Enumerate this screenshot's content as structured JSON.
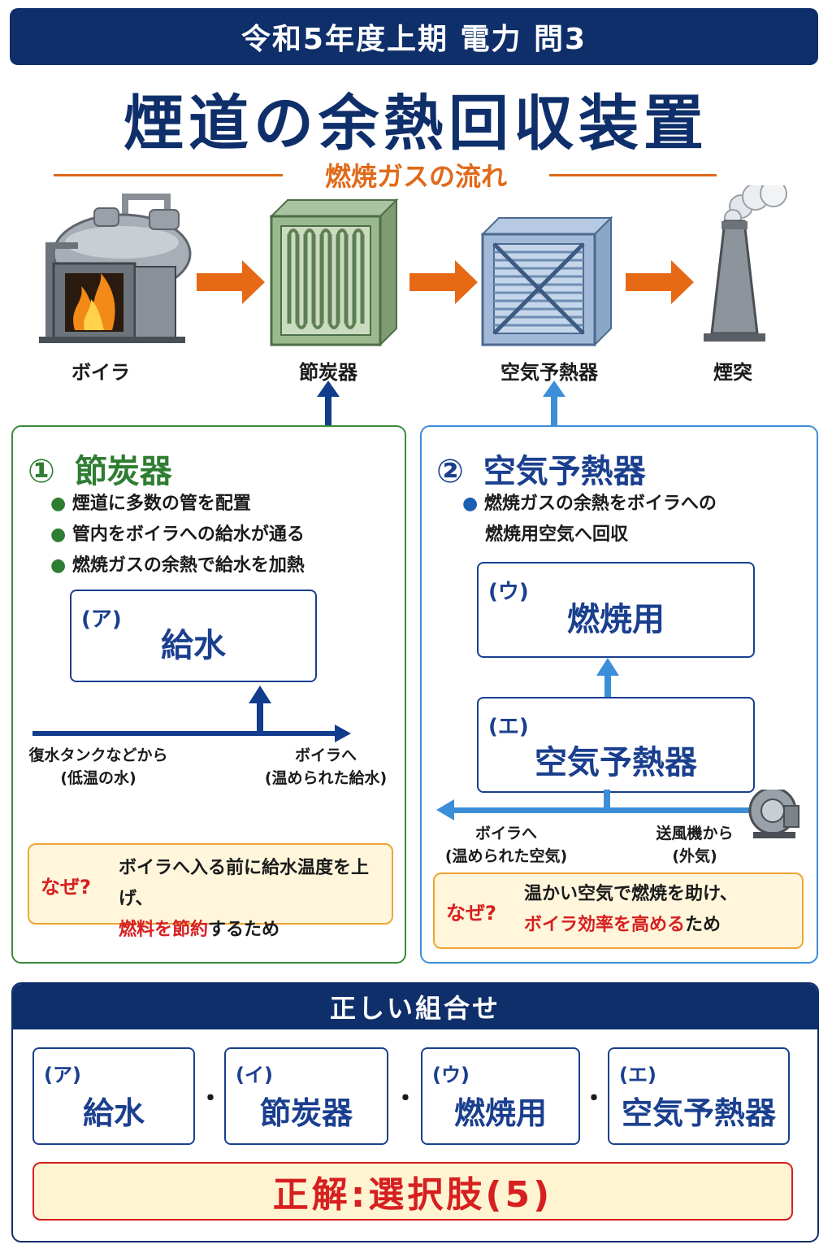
{
  "header": {
    "title": "令和5年度上期 電力 問3"
  },
  "main_title": "煙道の余熱回収装置",
  "flow": {
    "label": "燃焼ガスの流れ",
    "equipment": [
      "ボイラ",
      "節炭器",
      "空気予熱器",
      "煙突"
    ]
  },
  "panel1": {
    "number": "①",
    "title": "節炭器",
    "bullets": [
      "煙道に多数の管を配置",
      "管内をボイラへの給水が通る",
      "燃焼ガスの余熱で給水を加熱"
    ],
    "box": {
      "tag": "(ア)",
      "label": "給水"
    },
    "from_line1": "復水タンクなどから",
    "from_line2": "(低温の水)",
    "to_line1": "ボイラへ",
    "to_line2": "(温められた給水)",
    "why_label": "なぜ?",
    "why_text1": "ボイラへ入る前に給水温度を上げ、",
    "why_text2_red": "燃料を節約",
    "why_text2_rest": "するため"
  },
  "panel2": {
    "number": "②",
    "title": "空気予熱器",
    "bullet_line1": "燃焼ガスの余熱をボイラへの",
    "bullet_line2": "燃焼用空気へ回収",
    "box_u": {
      "tag": "(ウ)",
      "label": "燃焼用"
    },
    "box_e": {
      "tag": "(エ)",
      "label": "空気予熱器"
    },
    "to_line1": "ボイラへ",
    "to_line2": "(温められた空気)",
    "from_line1": "送風機から",
    "from_line2": "(外気)",
    "why_label": "なぜ?",
    "why_text1": "温かい空気で燃焼を助け、",
    "why_text2_red": "ボイラ効率を高める",
    "why_text2_rest": "ため"
  },
  "answer": {
    "heading": "正しい組合せ",
    "items": [
      {
        "tag": "(ア)",
        "label": "給水"
      },
      {
        "tag": "(イ)",
        "label": "節炭器"
      },
      {
        "tag": "(ウ)",
        "label": "燃焼用"
      },
      {
        "tag": "(エ)",
        "label": "空気予熱器"
      }
    ],
    "separator": "・",
    "final": "正解:選択肢(5)"
  },
  "colors": {
    "navy": "#0f2f6b",
    "orange": "#e06a1a",
    "green": "#2e7d32",
    "blue": "#1a5fb4",
    "red": "#d62020"
  }
}
